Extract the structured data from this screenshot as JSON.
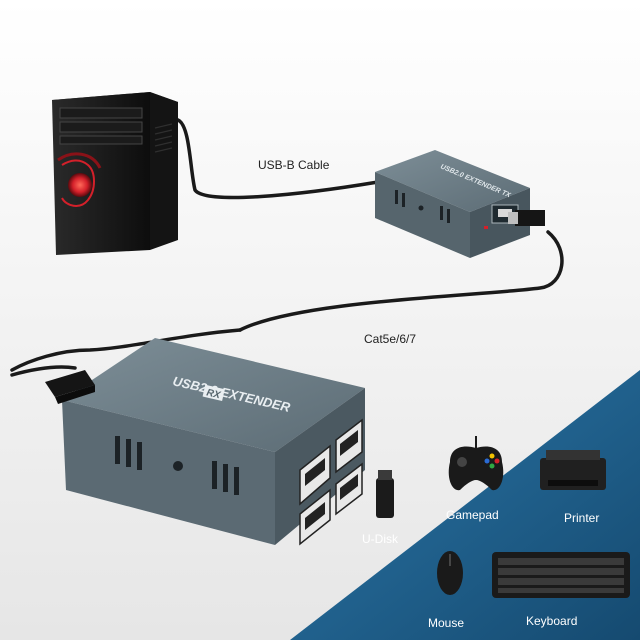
{
  "labels": {
    "usb_cable": "USB-B Cable",
    "cat_cable": "Cat5e/6/7"
  },
  "receiver": {
    "title": "USB2.0 EXTENDER",
    "badge": "RX"
  },
  "transmitter": {
    "title": "USB2.0 EXTENDER",
    "badge": "TX"
  },
  "devices": {
    "udisk": "U-Disk",
    "gamepad": "Gamepad",
    "printer": "Printer",
    "mouse": "Mouse",
    "keyboard": "Keyboard"
  },
  "colors": {
    "background": "#f2f2f2",
    "panel_blue": "#1f5f8d",
    "device_gray": "#6b7b84",
    "accent_red": "#d4202a"
  }
}
